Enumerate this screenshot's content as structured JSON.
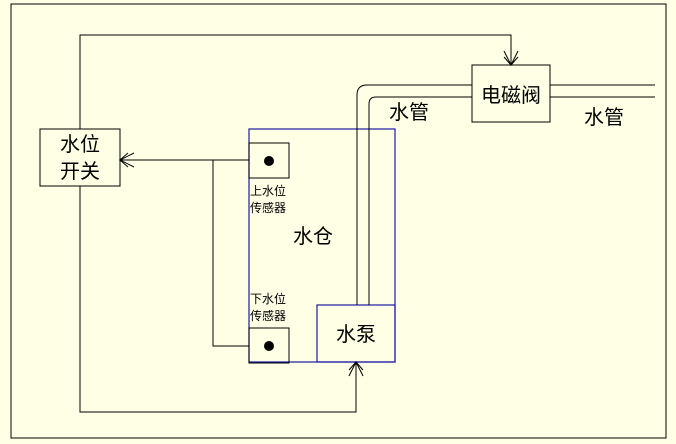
{
  "labels": {
    "water_level_switch_line1": "水位",
    "water_level_switch_line2": "开关",
    "solenoid_valve": "电磁阀",
    "pipe_left": "水管",
    "pipe_right": "水管",
    "tank": "水仓",
    "pump": "水泵",
    "upper_sensor_line1": "上水位",
    "upper_sensor_line2": "传感器",
    "lower_sensor_line1": "下水位",
    "lower_sensor_line2": "传感器"
  },
  "colors": {
    "background": "#ffffe6",
    "line": "#000000",
    "tank_border": "#1a1aa6"
  }
}
